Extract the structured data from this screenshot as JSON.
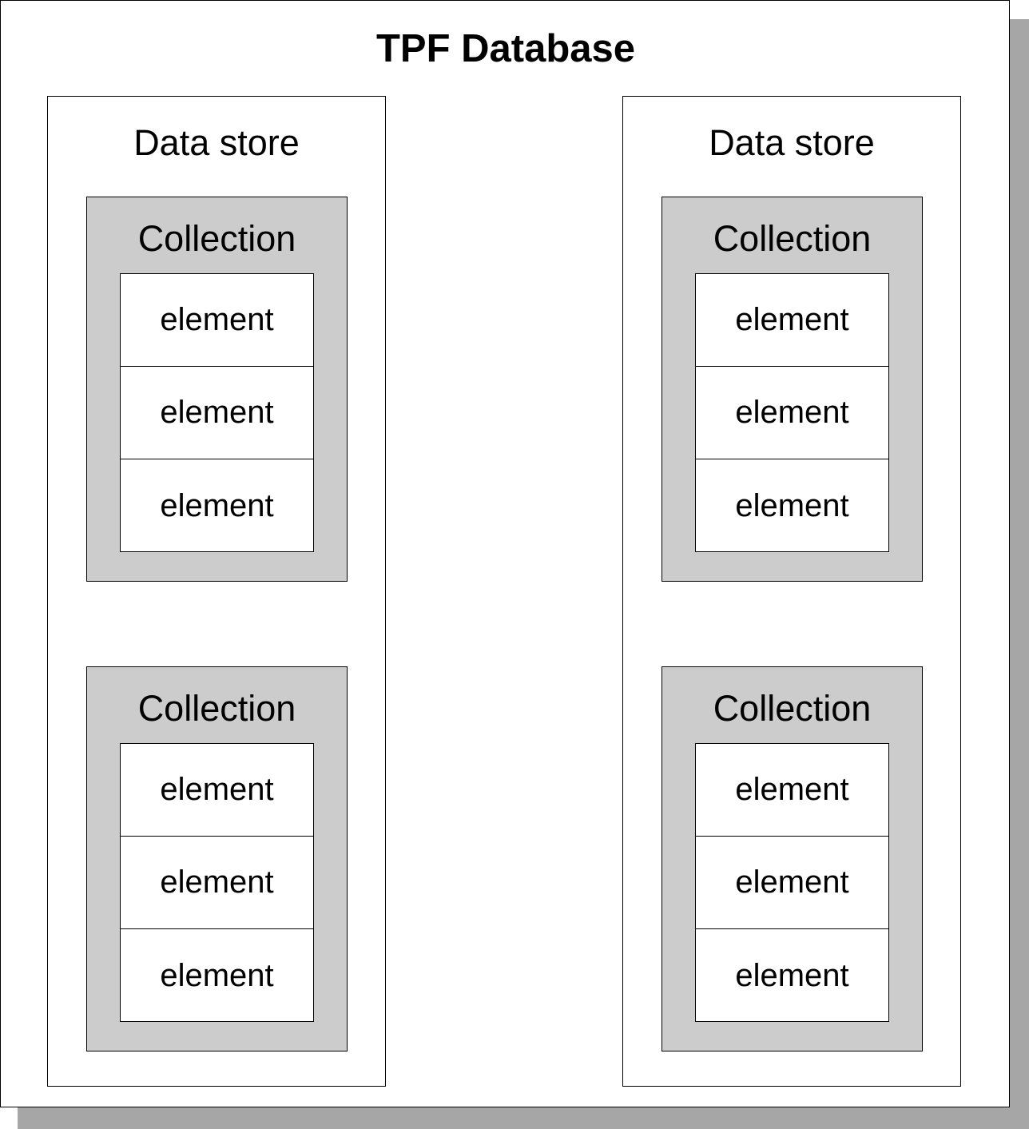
{
  "database": {
    "title": "TPF Database",
    "stores": [
      {
        "label": "Data store",
        "collections": [
          {
            "label": "Collection",
            "elements": [
              "element",
              "element",
              "element"
            ]
          },
          {
            "label": "Collection",
            "elements": [
              "element",
              "element",
              "element"
            ]
          }
        ]
      },
      {
        "label": "Data store",
        "collections": [
          {
            "label": "Collection",
            "elements": [
              "element",
              "element",
              "element"
            ]
          },
          {
            "label": "Collection",
            "elements": [
              "element",
              "element",
              "element"
            ]
          }
        ]
      }
    ]
  }
}
